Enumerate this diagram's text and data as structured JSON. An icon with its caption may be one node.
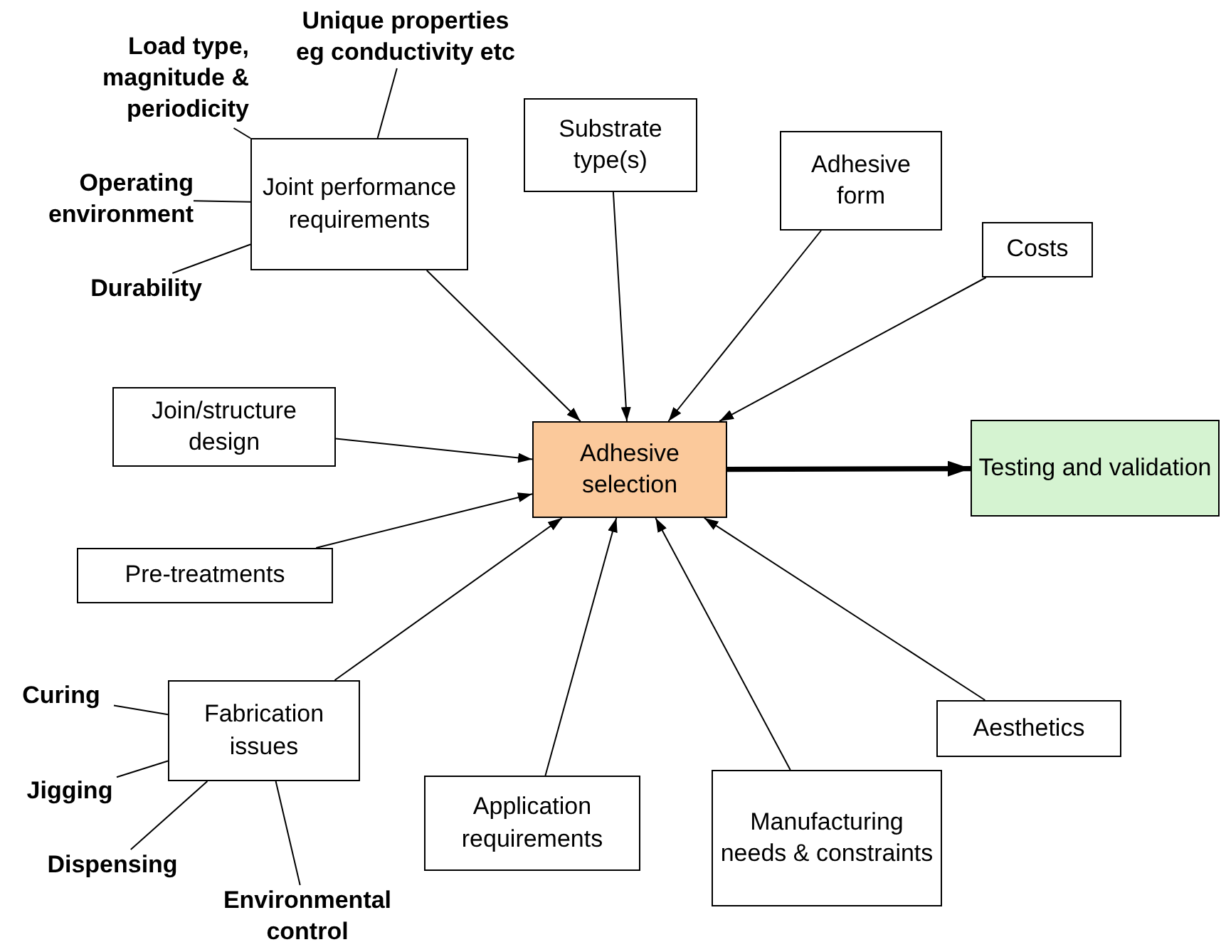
{
  "diagram": {
    "nodes": [
      {
        "text": [
          "Unique properties eg conductivity etc"
        ]
      },
      {
        "text": [
          "Load type, magnitude & periodicity"
        ]
      },
      {
        "text": [
          "Joint performance requirements"
        ]
      },
      {
        "text": [
          "Substrate type(s)"
        ]
      },
      {
        "text": [
          "Adhesive form"
        ]
      },
      {
        "text": [
          "Operating environment"
        ]
      },
      {
        "text": [
          "Costs"
        ]
      },
      {
        "text": [
          "Durability"
        ]
      },
      {
        "text": [
          "Join/structure design"
        ]
      },
      {
        "text": [
          "Adhesive selection"
        ]
      },
      {
        "text": [
          "Testing and validation"
        ]
      },
      {
        "text": [
          "Pre-treatments"
        ]
      },
      {
        "text": [
          "Fabrication issues"
        ]
      },
      {
        "text": [
          "Curing"
        ]
      },
      {
        "text": [
          "Aesthetics"
        ]
      },
      {
        "text": [
          "Jigging"
        ]
      },
      {
        "text": [
          "Application requirements"
        ]
      },
      {
        "text": [
          "Manufacturing needs & constraints"
        ]
      },
      {
        "text": [
          "Dispensing"
        ]
      },
      {
        "text": [
          "Environmental control"
        ]
      }
    ],
    "edges": [
      {
        "from": 0,
        "to": 2,
        "arrow": "none"
      },
      {
        "from": 1,
        "to": 2,
        "arrow": "none"
      },
      {
        "from": 5,
        "to": 2,
        "arrow": "none"
      },
      {
        "from": 7,
        "to": 2,
        "arrow": "none"
      },
      {
        "from": 2,
        "to": 9,
        "arrow": "to"
      },
      {
        "from": 3,
        "to": 9,
        "arrow": "to"
      },
      {
        "from": 4,
        "to": 9,
        "arrow": "to"
      },
      {
        "from": 6,
        "to": 9,
        "arrow": "to"
      },
      {
        "from": 8,
        "to": 9,
        "arrow": "to"
      },
      {
        "from": 11,
        "to": 9,
        "arrow": "to"
      },
      {
        "from": 12,
        "to": 9,
        "arrow": "to"
      },
      {
        "from": 16,
        "to": 9,
        "arrow": "to"
      },
      {
        "from": 17,
        "to": 9,
        "arrow": "to"
      },
      {
        "from": 14,
        "to": 9,
        "arrow": "to"
      },
      {
        "from": 9,
        "to": 10,
        "arrow": "to",
        "style": "thick"
      },
      {
        "from": 13,
        "to": 12,
        "arrow": "none"
      },
      {
        "from": 15,
        "to": 12,
        "arrow": "none"
      },
      {
        "from": 18,
        "to": 12,
        "arrow": "none"
      },
      {
        "from": 19,
        "to": 12,
        "arrow": "none"
      }
    ]
  }
}
